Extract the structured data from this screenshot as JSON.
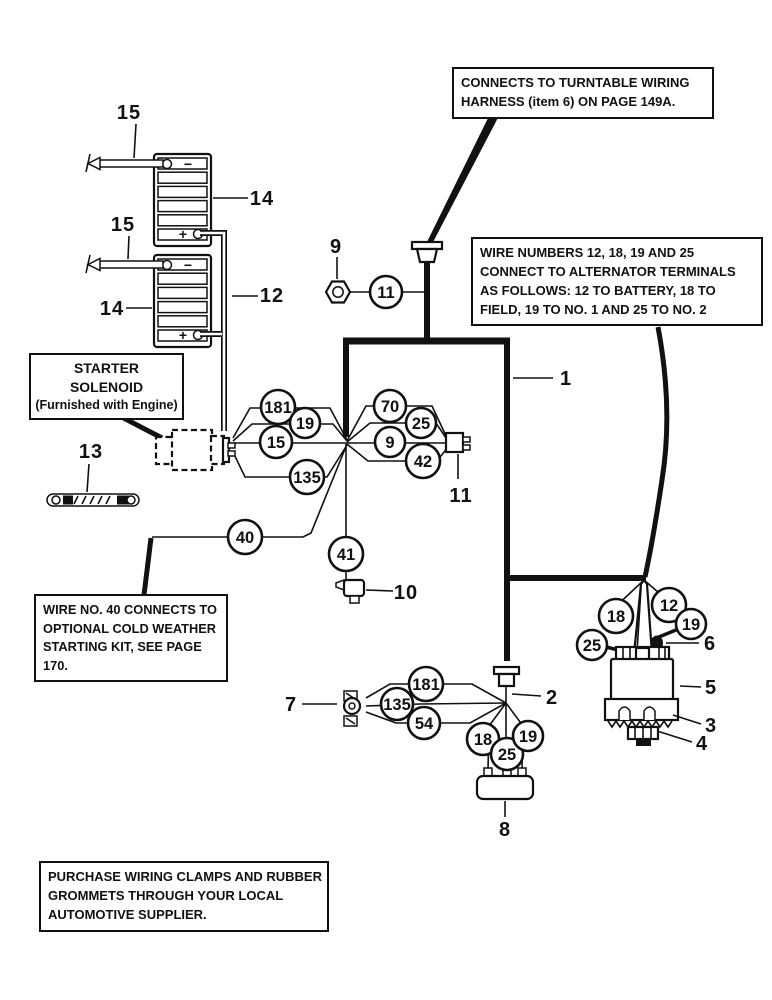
{
  "notes": {
    "turntable": {
      "lines": [
        "CONNECTS TO TURNTABLE WIRING",
        "HARNESS (item 6) ON PAGE 149A."
      ]
    },
    "alternator": {
      "lines": [
        "WIRE NUMBERS 12, 18, 19 AND 25",
        "CONNECT TO ALTERNATOR TERMINALS",
        "AS FOLLOWS:  12 TO BATTERY, 18 TO",
        "FIELD, 19 TO NO. 1 AND 25 TO NO. 2"
      ]
    },
    "starter_solenoid": {
      "lines": [
        "STARTER",
        "SOLENOID",
        "(Furnished with Engine)"
      ]
    },
    "cold_weather": {
      "lines": [
        "WIRE NO. 40 CONNECTS TO",
        "OPTIONAL COLD WEATHER",
        "STARTING KIT, SEE PAGE",
        "170."
      ]
    },
    "purchase": {
      "lines": [
        "PURCHASE WIRING CLAMPS AND RUBBER",
        "GROMMETS THROUGH YOUR LOCAL",
        "AUTOMOTIVE SUPPLIER."
      ]
    }
  },
  "battery": {
    "negative": "−",
    "positive": "+"
  },
  "part_labels": {
    "p1": "1",
    "p2": "2",
    "p3": "3",
    "p4": "4",
    "p5": "5",
    "p6": "6",
    "p7": "7",
    "p8": "8",
    "p9": "9",
    "p10": "10",
    "p11": "11",
    "p12": "12",
    "p13": "13",
    "p14a": "14",
    "p14b": "14",
    "p15a": "15",
    "p15b": "15"
  },
  "wire_circles": {
    "hub_left": [
      "181",
      "19",
      "15",
      "135"
    ],
    "hub_right": [
      "70",
      "25",
      "9",
      "42"
    ],
    "harness_tag": "11",
    "cold_weather_wire": "40",
    "accessory_wire": "41",
    "lower_left": [
      "181",
      "135",
      "54"
    ],
    "lower_down": [
      "18",
      "25",
      "19"
    ],
    "switch": [
      "18",
      "12",
      "19",
      "25"
    ]
  },
  "ink": "#111111"
}
